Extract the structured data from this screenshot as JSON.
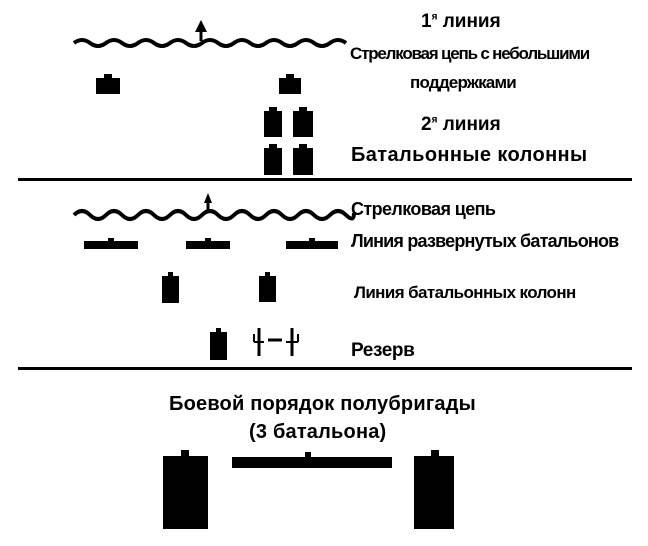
{
  "section1": {
    "line1_title": "1",
    "line1_sup": "я",
    "line1_word": "линия",
    "line1_desc_a": "Стрелковая цепь с небольшими",
    "line1_desc_b": "поддержками",
    "line2_title": "2",
    "line2_sup": "я",
    "line2_word": "линия",
    "line2_desc": "Батальонные колонны"
  },
  "section2": {
    "skirmish_line": "Стрелковая цепь",
    "deployed_line": "Линия развернутых батальонов",
    "column_line": "Линия батальонных колонн",
    "reserve": "Резерв"
  },
  "section3": {
    "title": "Боевой порядок полубригады",
    "subtitle": "(3 батальона)"
  },
  "colors": {
    "ink": "#000000",
    "paper": "#ffffff"
  }
}
